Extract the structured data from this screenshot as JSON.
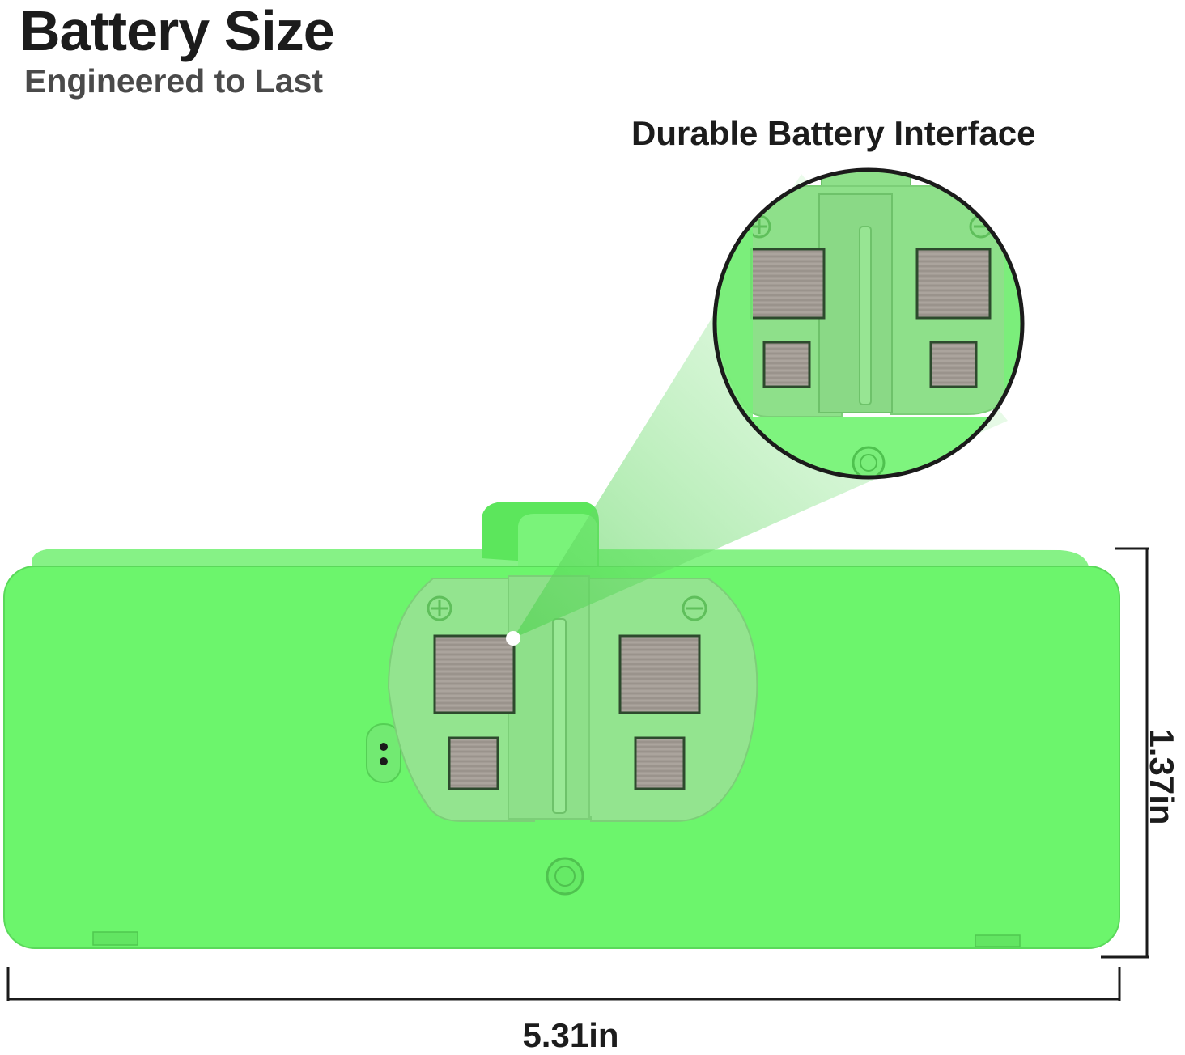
{
  "header": {
    "title": "Battery Size",
    "subtitle": "Engineered to Last"
  },
  "callout": {
    "label": "Durable Battery Interface"
  },
  "dimensions": {
    "width": "5.31in",
    "height": "1.37in"
  },
  "colors": {
    "battery_body": "#6cf56c",
    "battery_edge": "#5ee05e",
    "contact_plate": "#93e48f",
    "terminal": "#a39c95",
    "lens_outline": "#1b1b1b",
    "text": "#1c1c1c"
  },
  "icons": [
    "plus-icon",
    "minus-icon"
  ]
}
